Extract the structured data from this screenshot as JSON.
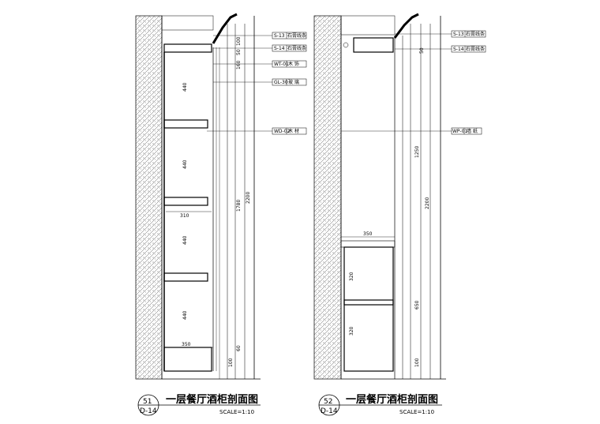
{
  "sections": [
    {
      "number": "51",
      "sheet": "D-14",
      "title": "一层餐厅酒柜剖面图",
      "scale": "SCALE=1:10",
      "callouts": [
        {
          "code": "S-13",
          "text": "石膏线条"
        },
        {
          "code": "S-14",
          "text": "石膏线条"
        },
        {
          "code": "WT-01",
          "text": "木 饰"
        },
        {
          "code": "GL-30",
          "text": "玻 璃"
        },
        {
          "code": "WD-02",
          "text": "木 材"
        }
      ],
      "dimensions": [
        "100",
        "50",
        "160",
        "440",
        "440",
        "440",
        "440",
        "1780",
        "2200",
        "310",
        "350",
        "100",
        "60"
      ]
    },
    {
      "number": "52",
      "sheet": "D-14",
      "title": "一层餐厅酒柜剖面图",
      "scale": "SCALE=1:10",
      "callouts": [
        {
          "code": "S-13",
          "text": "石膏线条"
        },
        {
          "code": "S-14",
          "text": "石膏线条"
        },
        {
          "code": "WP-01",
          "text": "墙 纸"
        }
      ],
      "dimensions": [
        "50",
        "1250",
        "2200",
        "350",
        "320",
        "320",
        "650",
        "100"
      ]
    }
  ]
}
